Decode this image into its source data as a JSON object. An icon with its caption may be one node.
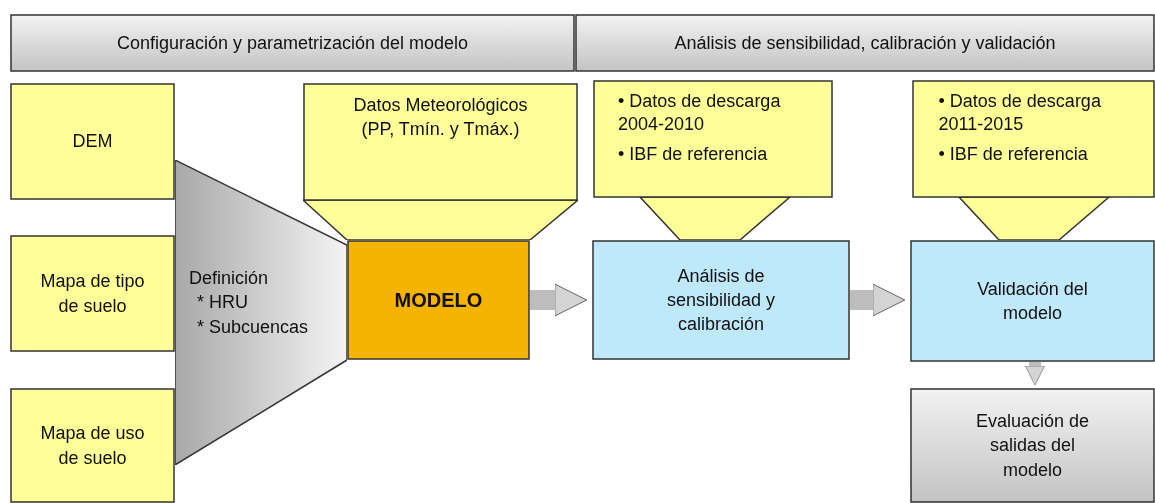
{
  "diagram": {
    "nodes": [
      {
        "text": [
          "Configuración y parametrización del modelo"
        ]
      },
      {
        "text": [
          "Análisis de sensibilidad, calibración y validación"
        ]
      },
      {
        "text": [
          "DEM"
        ]
      },
      {
        "text": [
          "Mapa de tipo de suelo"
        ]
      },
      {
        "text": [
          "Mapa de uso de suelo"
        ]
      },
      {
        "text": [
          "Definición",
          "* HRU",
          "* Subcuencas"
        ]
      },
      {
        "text": [
          "Datos Meteorológicos (PP, Tmín. y Tmáx.)"
        ]
      },
      {
        "text": [
          "MODELO"
        ]
      },
      {
        "text": [
          "• Datos de descarga 2004-2010",
          "• IBF de referencia"
        ]
      },
      {
        "text": [
          "Análisis de sensibilidad y calibración"
        ]
      },
      {
        "text": [
          "• Datos de descarga 2011-2015",
          "• IBF de referencia"
        ]
      },
      {
        "text": [
          "Validación del modelo"
        ]
      },
      {
        "text": [
          "Evaluación de salidas del modelo"
        ]
      }
    ],
    "edges": [
      {
        "from": 7,
        "to": 9,
        "arrow": "to"
      },
      {
        "from": 9,
        "to": 11,
        "arrow": "to"
      },
      {
        "from": 11,
        "to": 12,
        "arrow": "to"
      }
    ]
  }
}
